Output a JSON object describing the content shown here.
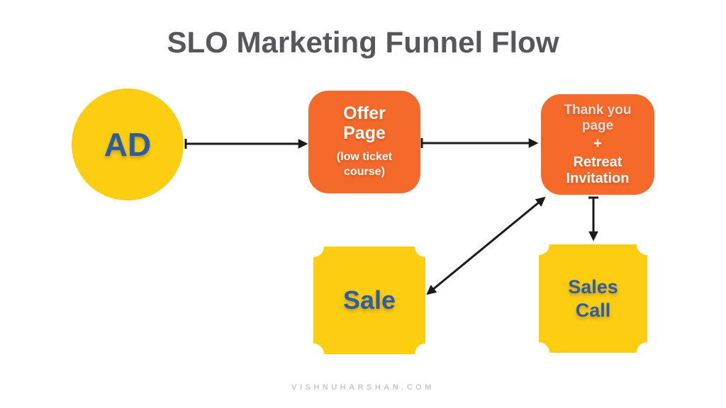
{
  "title": "SLO Marketing Funnel Flow",
  "watermark": "VISHNUHARSHAN.COM",
  "colors": {
    "background": "#FFFFFF",
    "orange": "#F5692A",
    "yellow": "#FCCD10",
    "blue": "#2E5CA5",
    "title-gray": "#57575B",
    "arrow": "#1A1A1A",
    "white": "#FFFFFF",
    "dim-white": "#E2DDD7",
    "watermark-gray": "#C8C8C8"
  },
  "nodes": {
    "ad": {
      "label": "AD",
      "shape": "circle",
      "fill": "yellow"
    },
    "offer_page": {
      "title": "Offer Page",
      "subtitle": "(low ticket course)",
      "shape": "rounded-rect",
      "fill": "orange"
    },
    "thank_you": {
      "line1": "Thank you page",
      "plus": "+",
      "line2": "Retreat Invitation",
      "shape": "rounded-rect",
      "fill": "orange"
    },
    "sale": {
      "label": "Sale",
      "shape": "notched-badge",
      "fill": "yellow"
    },
    "sales_call": {
      "label": "Sales Call",
      "shape": "notched-badge",
      "fill": "yellow"
    }
  },
  "edges": [
    {
      "from": "ad",
      "to": "offer_page",
      "style": "arrow"
    },
    {
      "from": "offer_page",
      "to": "thank_you",
      "style": "arrow"
    },
    {
      "from": "thank_you",
      "to": "sales_call",
      "style": "arrow"
    },
    {
      "from": "thank_you",
      "to": "sale",
      "style": "double-arrow"
    }
  ]
}
